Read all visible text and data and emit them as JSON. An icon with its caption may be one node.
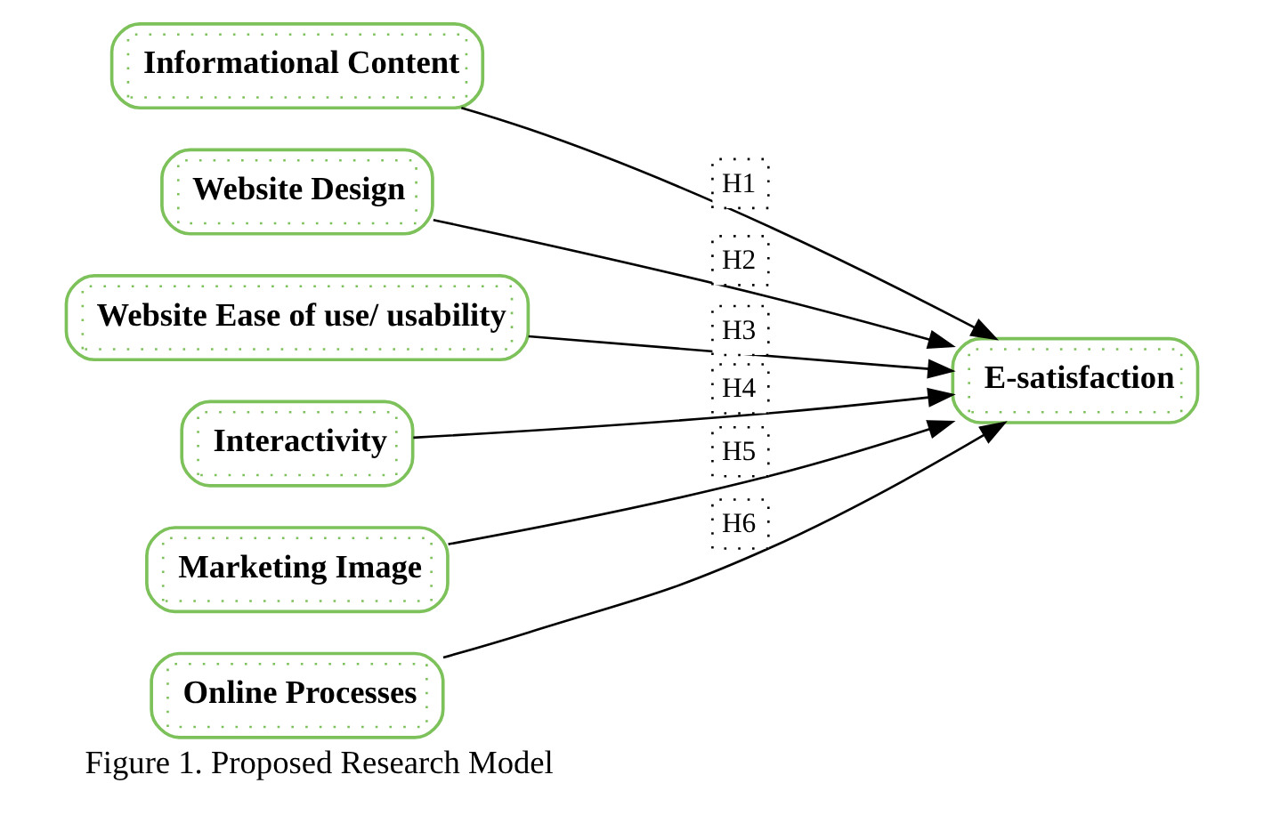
{
  "diagram": {
    "caption": "Figure 1. Proposed Research Model",
    "nodes": [
      {
        "text": [
          "Informational Content"
        ]
      },
      {
        "text": [
          "Website Design"
        ]
      },
      {
        "text": [
          "Website Ease of use/ usability"
        ]
      },
      {
        "text": [
          "Interactivity"
        ]
      },
      {
        "text": [
          "Marketing Image"
        ]
      },
      {
        "text": [
          "Online Processes"
        ]
      },
      {
        "text": [
          "E-satisfaction"
        ]
      }
    ],
    "edges": [
      {
        "from": 0,
        "to": 6,
        "arrow": "to",
        "label": "H1"
      },
      {
        "from": 1,
        "to": 6,
        "arrow": "to",
        "label": "H2"
      },
      {
        "from": 2,
        "to": 6,
        "arrow": "to",
        "label": "H3"
      },
      {
        "from": 3,
        "to": 6,
        "arrow": "to",
        "label": "H4"
      },
      {
        "from": 4,
        "to": 6,
        "arrow": "to",
        "label": "H5"
      },
      {
        "from": 5,
        "to": 6,
        "arrow": "to",
        "label": "H6"
      }
    ]
  }
}
